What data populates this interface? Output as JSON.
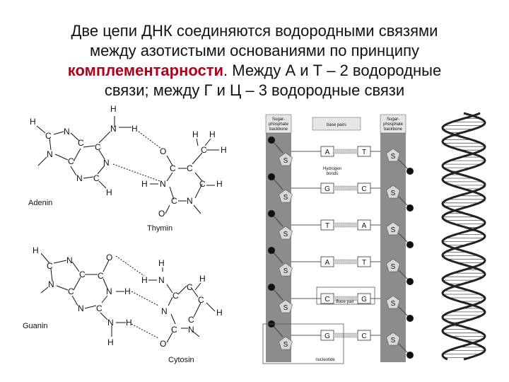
{
  "title": {
    "line1": "Две цепи ДНК соединяются водородными связями",
    "line2": "между азотистыми основаниями по принципу",
    "highlight": "комплементарности",
    "line3_rest": ". Между А и Т – 2 водородные",
    "line4": "связи; между Г и Ц – 3 водородные связи"
  },
  "molecules": {
    "adenin": "Adenin",
    "thymin": "Thymin",
    "guanin": "Guanin",
    "cytosin": "Cytosin"
  },
  "atoms": {
    "c": "C",
    "n": "N",
    "h": "H",
    "o": "O"
  },
  "ladder": {
    "backbone_left": [
      "Sugar-",
      "phosphate",
      "backbone"
    ],
    "backbone_right": [
      "Sugar-",
      "phosphate",
      "backbone"
    ],
    "header_mid": "base pairs",
    "sugar": "S",
    "phosphate": "P",
    "hydrogen_bonds": [
      "Hydrogen",
      "bonds"
    ],
    "base_pair_label": "Base pair",
    "nucleotide_label": "nucleotide",
    "pairs": [
      {
        "left": "A",
        "right": "T"
      },
      {
        "left": "G",
        "right": "C"
      },
      {
        "left": "T",
        "right": "A"
      },
      {
        "left": "A",
        "right": "T"
      },
      {
        "left": "C",
        "right": "G"
      },
      {
        "left": "G",
        "right": "C"
      }
    ]
  },
  "colors": {
    "highlight": "#b0001e",
    "backbone": "#8c8c8c",
    "sugar": "#d8d8d8",
    "phosphate": "#111111",
    "helix": "#222222"
  }
}
